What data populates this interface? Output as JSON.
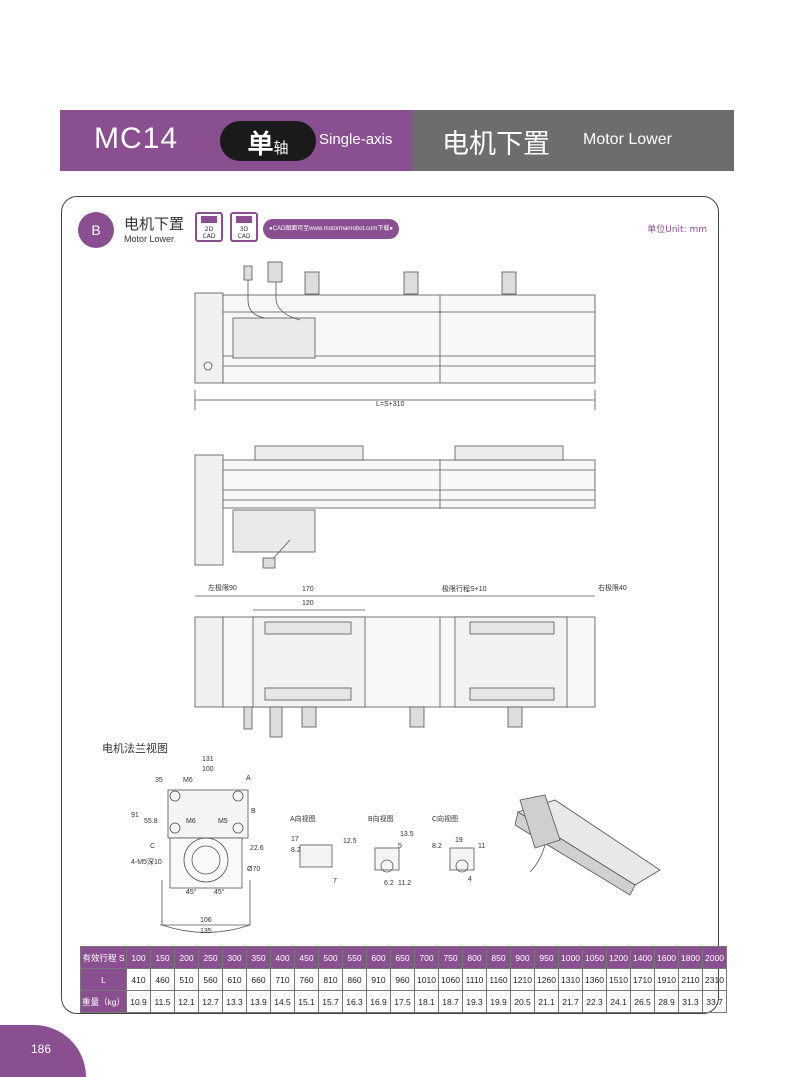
{
  "header": {
    "model": "MC14",
    "pill_big": "单",
    "pill_small": "轴",
    "single_axis": "Single-axis",
    "motor_cn": "电机下置",
    "motor_en": "Motor Lower"
  },
  "section": {
    "badge": "B",
    "title_cn": "电机下置",
    "title_en": "Motor Lower",
    "cad2d_line1": "2D",
    "cad2d_line2": "CAD",
    "cad3d_line1": "3D",
    "cad3d_line2": "CAD",
    "cad_download": "●CAD图面可至www.motormanrobot.com下载●",
    "unit": "单位Unit: mm"
  },
  "drawing": {
    "length_label": "L=S+310",
    "left_limit": "左极限90",
    "dim_170": "170",
    "dim_120": "120",
    "stroke_limit": "极限行程S+10",
    "right_limit": "右极限40",
    "flange_title": "电机法兰视图",
    "dim_131": "131",
    "dim_100": "100",
    "dim_35": "35",
    "m6_top": "M6",
    "label_a": "A",
    "dim_91": "91",
    "dim_558": "55.8",
    "m6_mid": "M6",
    "m5_mid": "M5",
    "label_b": "B",
    "label_c": "C",
    "dim_226": "22.6",
    "holes": "4-M5深10",
    "dia70": "Ø70",
    "deg45_l": "45°",
    "deg45_r": "45°",
    "dim_106": "106",
    "dim_135": "135",
    "view_a": "A向视图",
    "view_b": "B向视图",
    "view_c": "C向视图",
    "a_17": "17",
    "a_82": "8.2",
    "a_125": "12.5",
    "a_7": "7",
    "b_135": "13.5",
    "b_5": "5",
    "b_62": "6.2",
    "b_112": "11.2",
    "c_19": "19",
    "c_82": "8.2",
    "c_11": "11",
    "c_4": "4"
  },
  "table": {
    "row_labels": [
      "有效行程 S",
      "L",
      "重量（kg）"
    ],
    "stroke": [
      "100",
      "150",
      "200",
      "250",
      "300",
      "350",
      "400",
      "450",
      "500",
      "550",
      "600",
      "650",
      "700",
      "750",
      "800",
      "850",
      "900",
      "950",
      "1000",
      "1050",
      "1200",
      "1400",
      "1600",
      "1800",
      "2000"
    ],
    "length": [
      "410",
      "460",
      "510",
      "560",
      "610",
      "660",
      "710",
      "760",
      "810",
      "860",
      "910",
      "960",
      "1010",
      "1060",
      "1110",
      "1160",
      "1210",
      "1260",
      "1310",
      "1360",
      "1510",
      "1710",
      "1910",
      "2110",
      "2310"
    ],
    "weight": [
      "10.9",
      "11.5",
      "12.1",
      "12.7",
      "13.3",
      "13.9",
      "14.5",
      "15.1",
      "15.7",
      "16.3",
      "16.9",
      "17.5",
      "18.1",
      "18.7",
      "19.3",
      "19.9",
      "20.5",
      "21.1",
      "21.7",
      "22.3",
      "24.1",
      "26.5",
      "28.9",
      "31.3",
      "33.7"
    ]
  },
  "page_number": "186",
  "colors": {
    "accent": "#8a4f91",
    "gray_band": "#6d6d6d"
  }
}
